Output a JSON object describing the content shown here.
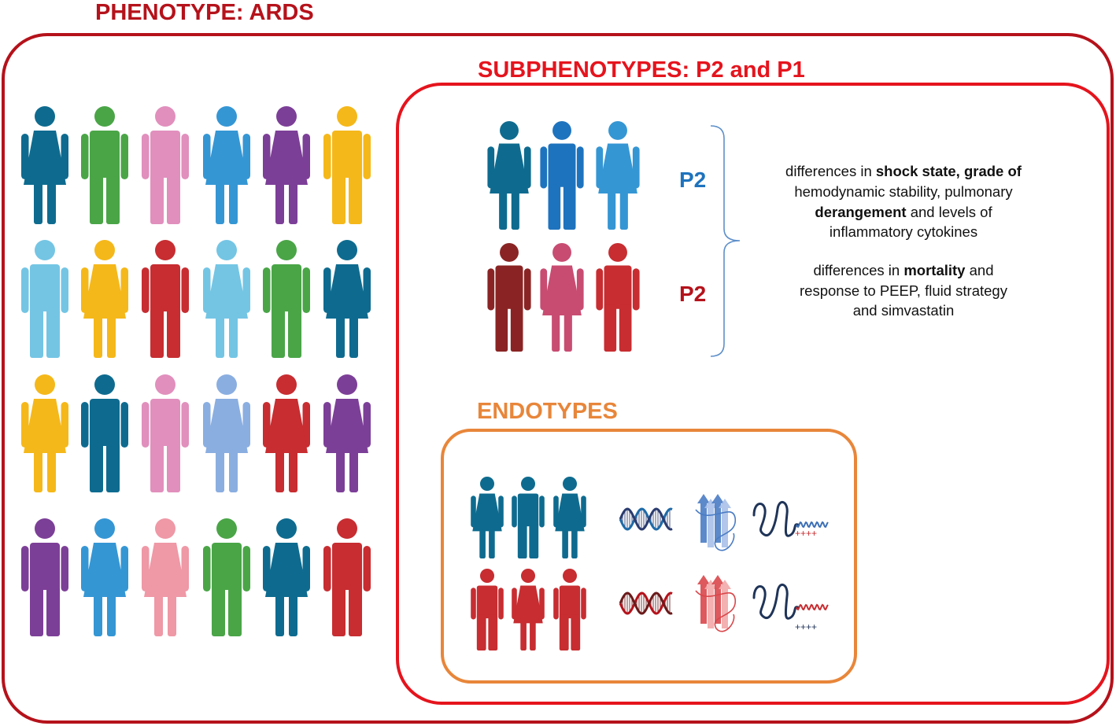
{
  "colors": {
    "outer_border": "#b5121b",
    "inner_border": "#e5141d",
    "endo_border": "#e8863a",
    "p2_blue": "#1e73be",
    "p2_red": "#b5121b"
  },
  "phenotype": {
    "title": "PHENOTYPE: ARDS",
    "grid": [
      [
        {
          "c": "#0e6b8f",
          "f": true
        },
        {
          "c": "#4aa547",
          "f": false
        },
        {
          "c": "#e18fbd",
          "f": false
        },
        {
          "c": "#3596d4",
          "f": true
        },
        {
          "c": "#7c3f97",
          "f": true
        },
        {
          "c": "#f5b81a",
          "f": false
        }
      ],
      [
        {
          "c": "#74c5e4",
          "f": false
        },
        {
          "c": "#f5b81a",
          "f": true
        },
        {
          "c": "#c72d31",
          "f": false
        },
        {
          "c": "#74c5e4",
          "f": true
        },
        {
          "c": "#4aa547",
          "f": false
        },
        {
          "c": "#0e6b8f",
          "f": true
        }
      ],
      [
        {
          "c": "#f5b81a",
          "f": true
        },
        {
          "c": "#0e6b8f",
          "f": false
        },
        {
          "c": "#e18fbd",
          "f": false
        },
        {
          "c": "#8aaee0",
          "f": true
        },
        {
          "c": "#c72d31",
          "f": true
        },
        {
          "c": "#7c3f97",
          "f": true
        }
      ],
      [
        {
          "c": "#7c3f97",
          "f": false
        },
        {
          "c": "#3596d4",
          "f": true
        },
        {
          "c": "#ef98a6",
          "f": true
        },
        {
          "c": "#4aa547",
          "f": false
        },
        {
          "c": "#0e6b8f",
          "f": true
        },
        {
          "c": "#c72d31",
          "f": false
        }
      ]
    ]
  },
  "subphenotypes": {
    "title": "SUBPHENOTYPES: P2 and P1",
    "group1": {
      "label": "P2",
      "people": [
        {
          "c": "#0e6b8f",
          "f": true
        },
        {
          "c": "#1e73be",
          "f": false
        },
        {
          "c": "#3596d4",
          "f": true
        }
      ]
    },
    "group2": {
      "label": "P2",
      "people": [
        {
          "c": "#8a2424",
          "f": false
        },
        {
          "c": "#c84c72",
          "f": true
        },
        {
          "c": "#c72d31",
          "f": false
        }
      ]
    },
    "desc1": {
      "l1_a": "differences in ",
      "l1_b": "shock state, grade of",
      "l2": "hemodynamic stability, pulmonary",
      "l3_a": "derangement",
      "l3_b": " and levels of",
      "l4": "inflammatory cytokines"
    },
    "desc2": {
      "l1_a": "differences in ",
      "l1_b": "mortality",
      "l1_c": " and",
      "l2": "response to PEEP, fluid strategy",
      "l3": "and simvastatin"
    }
  },
  "endotypes": {
    "title": "ENDOTYPES",
    "row1": {
      "people": [
        {
          "c": "#0e6b8f",
          "f": true
        },
        {
          "c": "#0e6b8f",
          "f": false
        },
        {
          "c": "#0e6b8f",
          "f": true
        }
      ],
      "dna_colors": [
        "#1e6aa8",
        "#2a3b6e"
      ],
      "protein_colors": [
        "#4a7cc4",
        "#a9c0e8"
      ],
      "strand_colors": [
        "#1f3458",
        "#3b6fb6"
      ],
      "charge": "++++"
    },
    "row2": {
      "people": [
        {
          "c": "#c72d31",
          "f": false
        },
        {
          "c": "#c72d31",
          "f": true
        },
        {
          "c": "#c72d31",
          "f": false
        }
      ],
      "dna_colors": [
        "#b5121b",
        "#6b1a1a"
      ],
      "protein_colors": [
        "#d9474b",
        "#f2a8a8"
      ],
      "strand_colors": [
        "#1f3458",
        "#c72d31"
      ],
      "charge": "++++"
    }
  }
}
